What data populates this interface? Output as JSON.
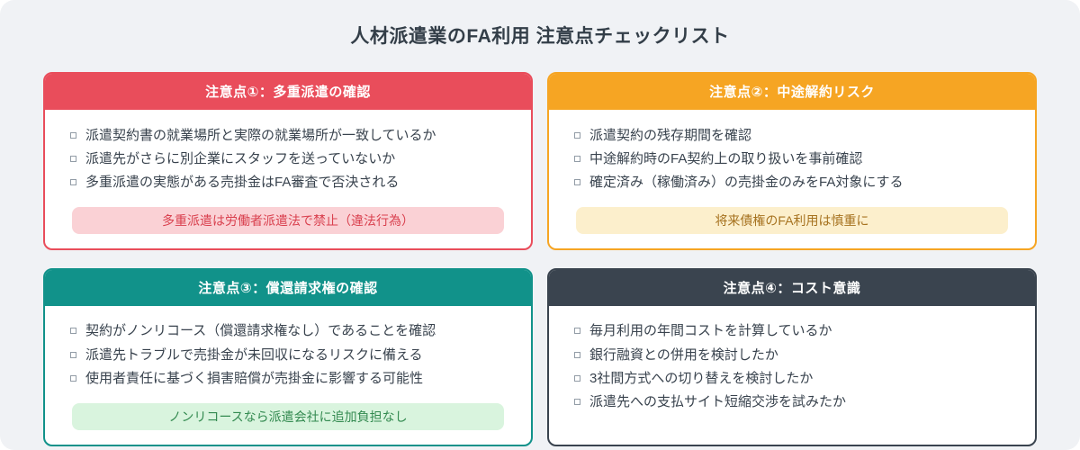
{
  "page": {
    "title": "人材派遣業のFA利用 注意点チェックリスト",
    "background": "#f0f2f5",
    "title_color": "#333e48",
    "text_color": "#39434e"
  },
  "cards": [
    {
      "header": "注意点①：多重派遣の確認",
      "accent": "#e94d5b",
      "items": [
        "派遣契約書の就業場所と実際の就業場所が一致しているか",
        "派遣先がさらに別企業にスタッフを送っていないか",
        "多重派遣の実態がある売掛金はFA審査で否決される"
      ],
      "note": {
        "text": "多重派遣は労働者派遣法で禁止（違法行為）",
        "bg": "#fad1d5",
        "color": "#d9404e"
      }
    },
    {
      "header": "注意点②：中途解約リスク",
      "accent": "#f6a523",
      "items": [
        "派遣契約の残存期間を確認",
        "中途解約時のFA契約上の取り扱いを事前確認",
        "確定済み（稼働済み）の売掛金のみをFA対象にする"
      ],
      "note": {
        "text": "将来債権のFA利用は慎重に",
        "bg": "#fcefcc",
        "color": "#a6721f"
      }
    },
    {
      "header": "注意点③：償還請求権の確認",
      "accent": "#11928a",
      "items": [
        "契約がノンリコース（償還請求権なし）であることを確認",
        "派遣先トラブルで売掛金が未回収になるリスクに備える",
        "使用者責任に基づく損害賠償が売掛金に影響する可能性"
      ],
      "note": {
        "text": "ノンリコースなら派遣会社に追加負担なし",
        "bg": "#d9f4de",
        "color": "#338a50"
      }
    },
    {
      "header": "注意点④：コスト意識",
      "accent": "#3a444f",
      "items": [
        "毎月利用の年間コストを計算しているか",
        "銀行融資との併用を検討したか",
        "3社間方式への切り替えを検討したか",
        "派遣先への支払サイト短縮交渉を試みたか"
      ],
      "note": null
    }
  ]
}
